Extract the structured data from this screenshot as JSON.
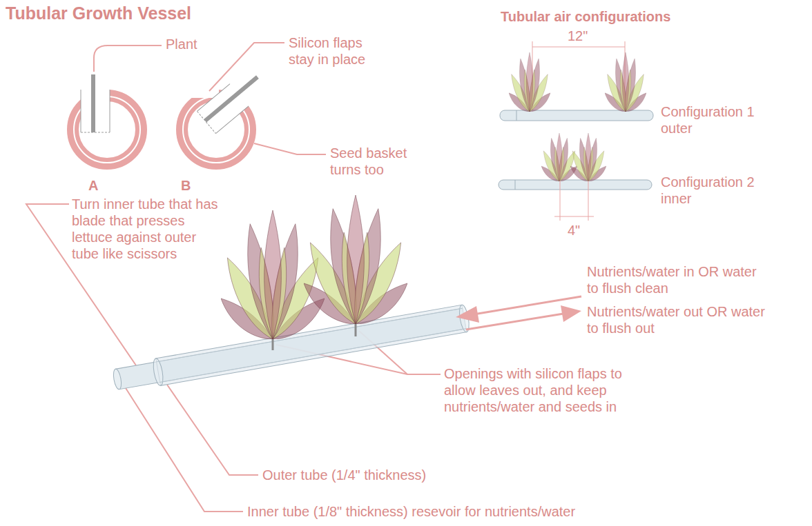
{
  "diagram": {
    "title": "Tubular Growth Vessel",
    "labels": [
      "Plant",
      "Silicon flaps stay in place",
      "Tubular air configurations",
      "12\"",
      "Configuration 1 outer",
      "Configuration 2 inner",
      "4\"",
      "A",
      "B",
      "Seed basket turns too",
      "Turn inner tube that has blade that presses lettuce against outer tube like scissors",
      "Nutrients/water in OR water to flush clean",
      "Nutrients/water out OR water to flush out",
      "Openings with silicon flaps to allow leaves out, and keep nutrients/water and seeds in",
      "Outer tube (1/4\" thickness)",
      "Inner tube (1/8\" thickness) resevoir for nutrients/water"
    ]
  }
}
